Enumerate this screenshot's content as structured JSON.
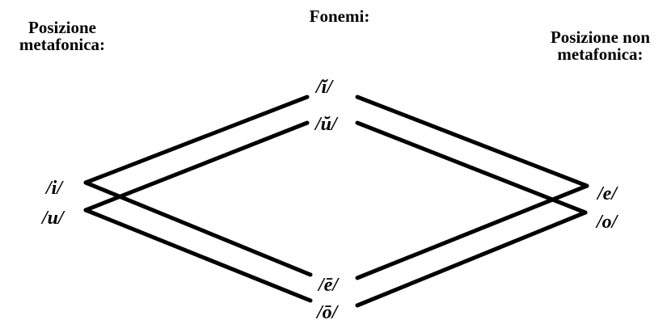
{
  "headers": {
    "left": [
      "Posizione",
      "metafonica:"
    ],
    "center": "Fonemi:",
    "right": [
      "Posizione non",
      "metafonica:"
    ]
  },
  "phonemes": {
    "top_i": "/ĭ/",
    "top_u": "/ŭ/",
    "left_i": "/i/",
    "left_u": "/u/",
    "right_e": "/e/",
    "right_o": "/o/",
    "bottom_e": "/ē/",
    "bottom_o": "/ō/"
  },
  "connections": [
    [
      "left_i",
      "top_i"
    ],
    [
      "top_i",
      "right_e"
    ],
    [
      "left_i",
      "bottom_e"
    ],
    [
      "bottom_e",
      "right_e"
    ],
    [
      "left_u",
      "top_u"
    ],
    [
      "top_u",
      "right_o"
    ],
    [
      "left_u",
      "bottom_o"
    ],
    [
      "bottom_o",
      "right_o"
    ]
  ]
}
